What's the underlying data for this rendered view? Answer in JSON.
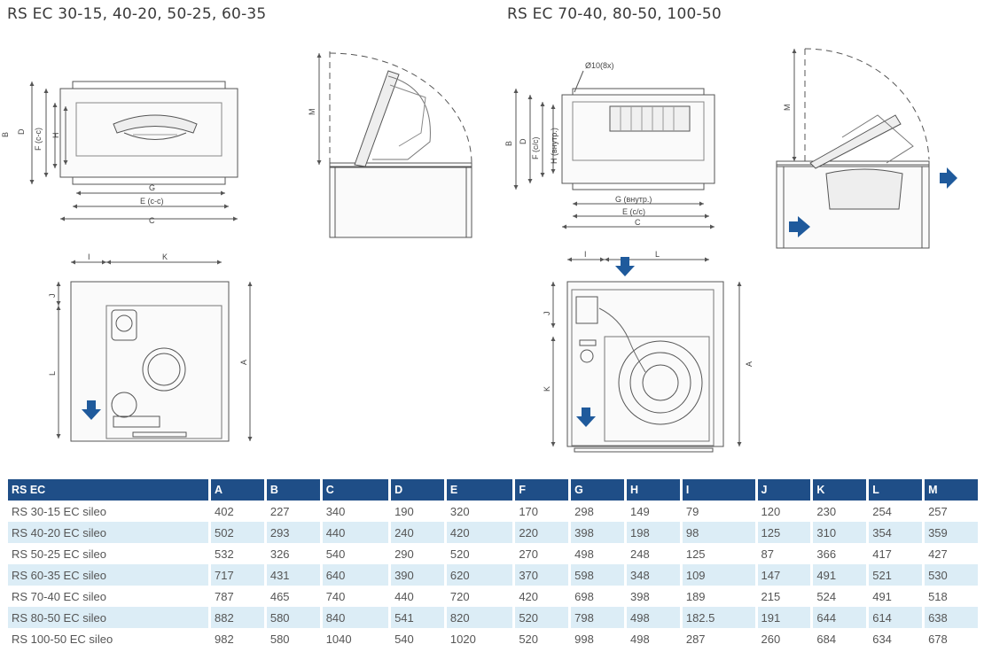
{
  "titles": {
    "left": "RS EC 30-15, 40-20, 50-25, 60-35",
    "right": "RS EC 70-40, 80-50, 100-50"
  },
  "labels": {
    "B": "B",
    "D": "D",
    "F_cc": "F (c-c)",
    "H": "H",
    "G": "G",
    "E_cc": "E (c-c)",
    "C": "C",
    "M": "M",
    "I": "I",
    "K": "K",
    "J": "J",
    "L": "L",
    "A": "A",
    "hole": "Ø10(8x)",
    "F_cs": "F (c/c)",
    "H_vn": "H (внутр.)",
    "G_vn": "G (внутр.)",
    "E_cs": "E (c/c)"
  },
  "table": {
    "headers": [
      "RS EC",
      "A",
      "B",
      "C",
      "D",
      "E",
      "F",
      "G",
      "H",
      "I",
      "J",
      "K",
      "L",
      "M"
    ],
    "rows": [
      [
        "RS 30-15 EC sileo",
        "402",
        "227",
        "340",
        "190",
        "320",
        "170",
        "298",
        "149",
        "79",
        "120",
        "230",
        "254",
        "257"
      ],
      [
        "RS 40-20 EC sileo",
        "502",
        "293",
        "440",
        "240",
        "420",
        "220",
        "398",
        "198",
        "98",
        "125",
        "310",
        "354",
        "359"
      ],
      [
        "RS 50-25 EC sileo",
        "532",
        "326",
        "540",
        "290",
        "520",
        "270",
        "498",
        "248",
        "125",
        "87",
        "366",
        "417",
        "427"
      ],
      [
        "RS 60-35 EC sileo",
        "717",
        "431",
        "640",
        "390",
        "620",
        "370",
        "598",
        "348",
        "109",
        "147",
        "491",
        "521",
        "530"
      ],
      [
        "RS 70-40 EC sileo",
        "787",
        "465",
        "740",
        "440",
        "720",
        "420",
        "698",
        "398",
        "189",
        "215",
        "524",
        "491",
        "518"
      ],
      [
        "RS 80-50 EC sileo",
        "882",
        "580",
        "840",
        "541",
        "820",
        "520",
        "798",
        "498",
        "182.5",
        "191",
        "644",
        "614",
        "638"
      ],
      [
        "RS 100-50 EC sileo",
        "982",
        "580",
        "1040",
        "540",
        "1020",
        "520",
        "998",
        "498",
        "287",
        "260",
        "684",
        "634",
        "678"
      ]
    ]
  },
  "colors": {
    "header_bg": "#1f4e87",
    "row_alt": "#dcedf6",
    "arrow": "#1f5a9c"
  }
}
